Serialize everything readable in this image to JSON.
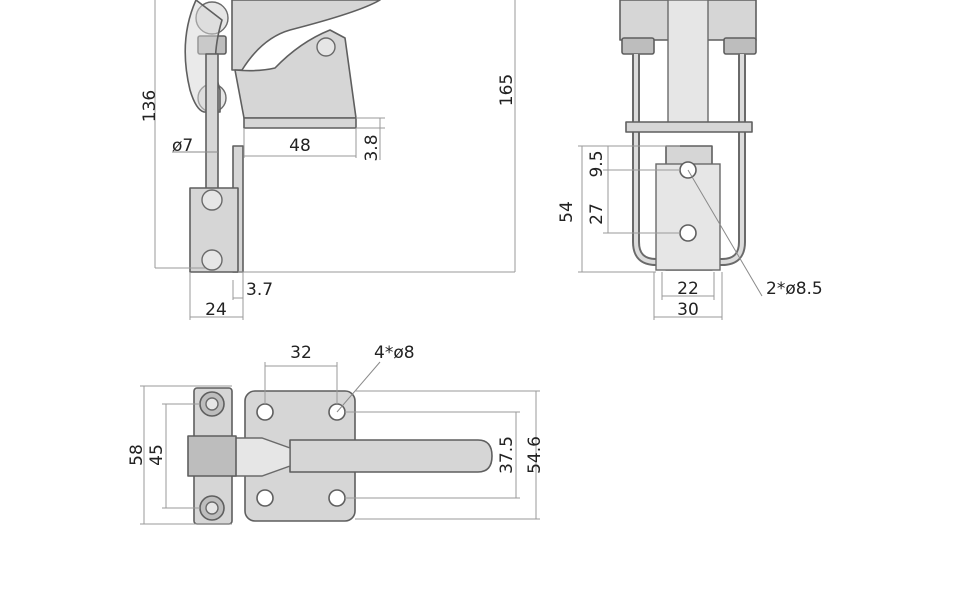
{
  "dimensions": {
    "side_height_136": "136",
    "side_height_165": "165",
    "rod_dia": "ø7",
    "base_length": "48",
    "base_thickness": "3.8",
    "latch_thickness": "3.7",
    "latch_width": "24",
    "holes_spacing_32": "32",
    "holes_dia": "4*ø8",
    "plate_height_58": "58",
    "inner_height_45": "45",
    "hole_pitch_375": "37.5",
    "plate_width_546": "54.6",
    "keeper_pitch_95": "9.5",
    "keeper_hole_27": "27",
    "keeper_height_54": "54",
    "keeper_width_22": "22",
    "keeper_width_30": "30",
    "keeper_holes_dia": "2*ø8.5"
  }
}
